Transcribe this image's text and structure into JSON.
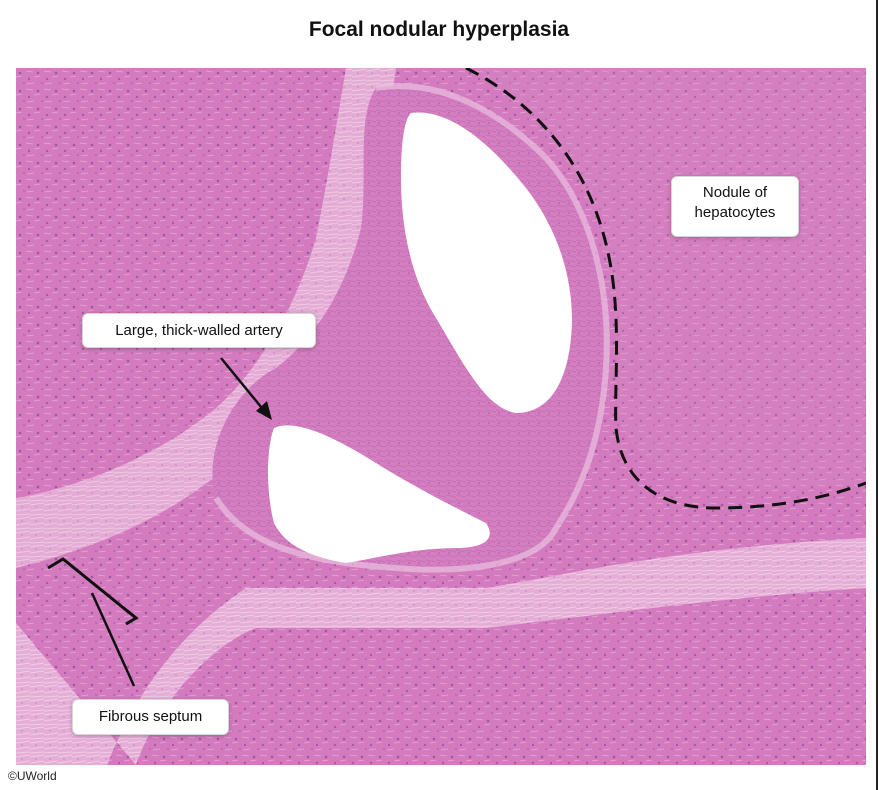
{
  "figure": {
    "title": "Focal nodular hyperplasia",
    "copyright": "©UWorld"
  },
  "labels": {
    "nodule_line1": "Nodule of",
    "nodule_line2": "hepatocytes",
    "artery": "Large, thick-walled artery",
    "septum": "Fibrous septum"
  },
  "colors": {
    "parenchyma": "#d37bbe",
    "septum": "#e8b7dc",
    "lumen": "#ffffff",
    "nuclei": "#7c3a86"
  }
}
